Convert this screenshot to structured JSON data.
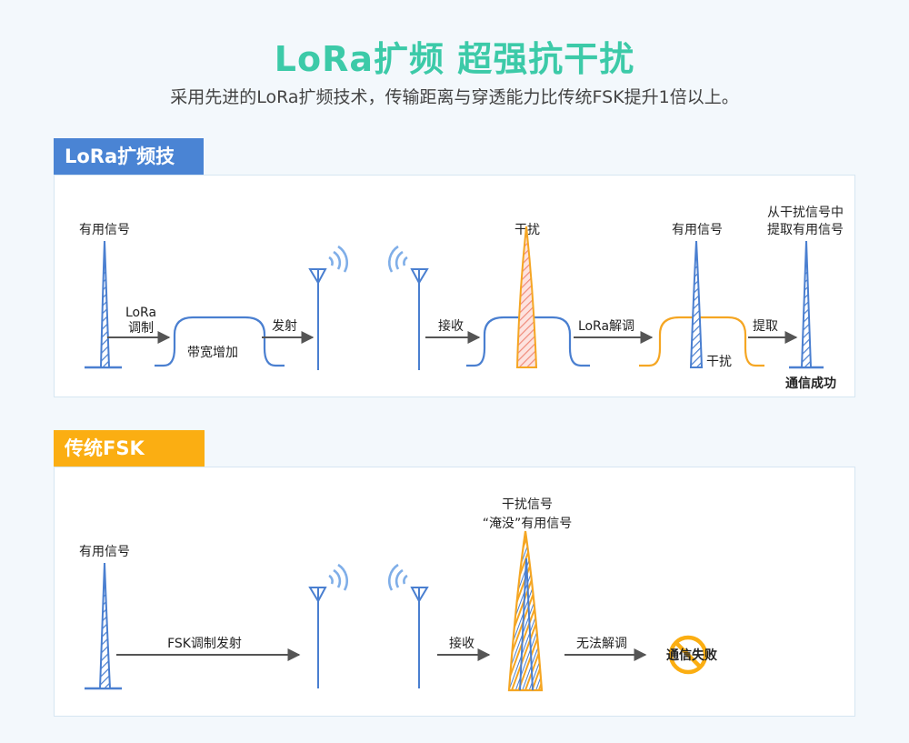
{
  "header": {
    "title": "LoRa扩频 超强抗干扰",
    "subtitle": "采用先进的LoRa扩频技术，传输距离与穿透能力比传统FSK提升1倍以上。"
  },
  "colors": {
    "title": "#3ccaa8",
    "lora_tab": "#4a84d4",
    "fsk_tab": "#fbae12",
    "signal_blue": "#4a7fd0",
    "interference_orange": "#f5a623",
    "interference_fill": "#f4a8a0",
    "wave_blue": "#7faee8",
    "arrow_gray": "#555555"
  },
  "lora": {
    "tab_label": "LoRa扩频技术",
    "useful_signal": "有用信号",
    "modulate_line1": "LoRa",
    "modulate_line2": "调制",
    "bandwidth_increase": "带宽增加",
    "transmit": "发射",
    "receive": "接收",
    "interference": "干扰",
    "demodulate": "LoRa解调",
    "useful_signal_2": "有用信号",
    "interference_2": "干扰",
    "extract": "提取",
    "extract_desc_line1": "从干扰信号中",
    "extract_desc_line2": "提取有用信号",
    "success": "通信成功"
  },
  "fsk": {
    "tab_label": "传统FSK",
    "useful_signal": "有用信号",
    "modulate_transmit": "FSK调制发射",
    "receive": "接收",
    "interference_line1": "干扰信号",
    "interference_line2": "“淹没”有用信号",
    "cannot_demodulate": "无法解调",
    "failure": "通信失败",
    "failure_icon": "no-entry-icon"
  }
}
